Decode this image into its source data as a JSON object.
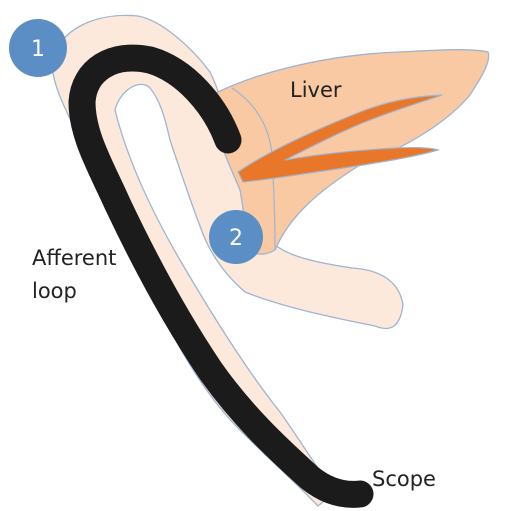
{
  "labels": {
    "liver": "Liver",
    "afferent_line1": "Afferent",
    "afferent_line2": "loop",
    "scope": "Scope"
  },
  "markers": [
    {
      "number": "1"
    },
    {
      "number": "2"
    }
  ],
  "colors": {
    "bowel_fill": "#fce9db",
    "bowel_outline": "#9fb4d0",
    "liver_fill": "#f8c9a2",
    "bile_duct_fill": "#e8772a",
    "scope_fill": "#1b1b1b",
    "marker_fill": "#5b8ec4"
  }
}
